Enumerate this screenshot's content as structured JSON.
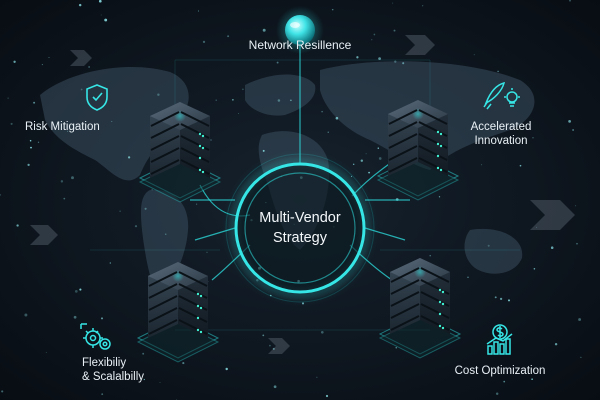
{
  "hub": {
    "line1": "Multi-Vendor",
    "line2": "Strategy"
  },
  "top_label": "Network Resillence",
  "nodes": {
    "top_left": {
      "label": "Risk Mitigation",
      "icon": "shield-icon"
    },
    "top_right": {
      "line1": "Accelerated",
      "line2": "Innovation",
      "icon": "rocket-lightbulb-icon"
    },
    "bottom_left": {
      "line1": "Flexibiliy",
      "line2": "& Scalalbilly",
      "icon": "gears-icon"
    },
    "bottom_right": {
      "label": "Cost Optimization",
      "icon": "dollar-chart-icon"
    }
  },
  "colors": {
    "accent": "#2ee0e0",
    "background": "#0e161f",
    "text": "#e9f1f6"
  }
}
